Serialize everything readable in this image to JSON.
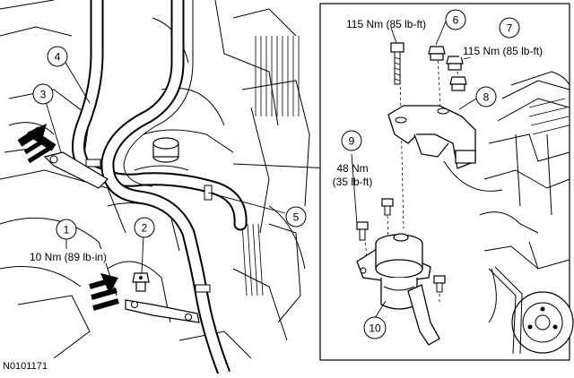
{
  "figure_id": "N0101171",
  "callouts": {
    "c1": "1",
    "c2": "2",
    "c3": "3",
    "c4": "4",
    "c5": "5",
    "c6": "6",
    "c7": "7",
    "c8": "8",
    "c9": "9",
    "c10": "10"
  },
  "torque": {
    "t1": "10 Nm (89 lb-in)",
    "t6": "115 Nm (85 lb-ft)",
    "t7": "115 Nm (85 lb-ft)",
    "t9_line1": "48 Nm",
    "t9_line2": "(35 lb-ft)"
  }
}
